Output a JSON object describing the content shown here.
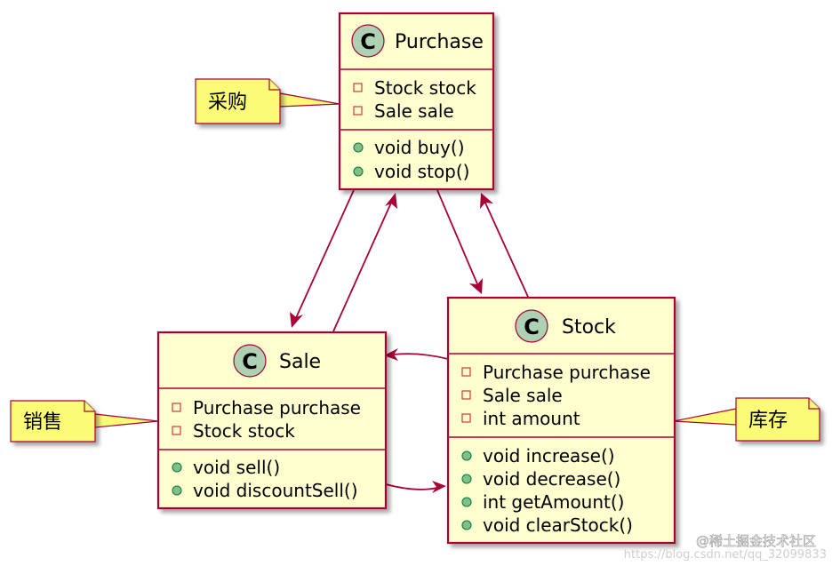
{
  "classes": {
    "purchase": {
      "icon_letter": "C",
      "name": "Purchase",
      "fields": [
        "Stock stock",
        "Sale sale"
      ],
      "methods": [
        "void buy()",
        "void stop()"
      ]
    },
    "sale": {
      "icon_letter": "C",
      "name": "Sale",
      "fields": [
        "Purchase purchase",
        "Stock stock"
      ],
      "methods": [
        "void sell()",
        "void discountSell()"
      ]
    },
    "stock": {
      "icon_letter": "C",
      "name": "Stock",
      "fields": [
        "Purchase purchase",
        "Sale sale",
        "int amount"
      ],
      "methods": [
        "void increase()",
        "void decrease()",
        "int getAmount()",
        "void clearStock()"
      ]
    }
  },
  "notes": {
    "purchase": "采购",
    "sale": "销售",
    "stock": "库存"
  },
  "watermark": {
    "text": "@稀土掘金技术社区",
    "url_text": "https://blog.csdn.net/qq_32099833"
  },
  "colors": {
    "border": "#A80036",
    "class_fill": "#FEFECE",
    "note_fill": "#FBFB77",
    "class_icon": "#ADD1B2",
    "private_marker": "#C82930",
    "public_marker": "#84BE84"
  }
}
